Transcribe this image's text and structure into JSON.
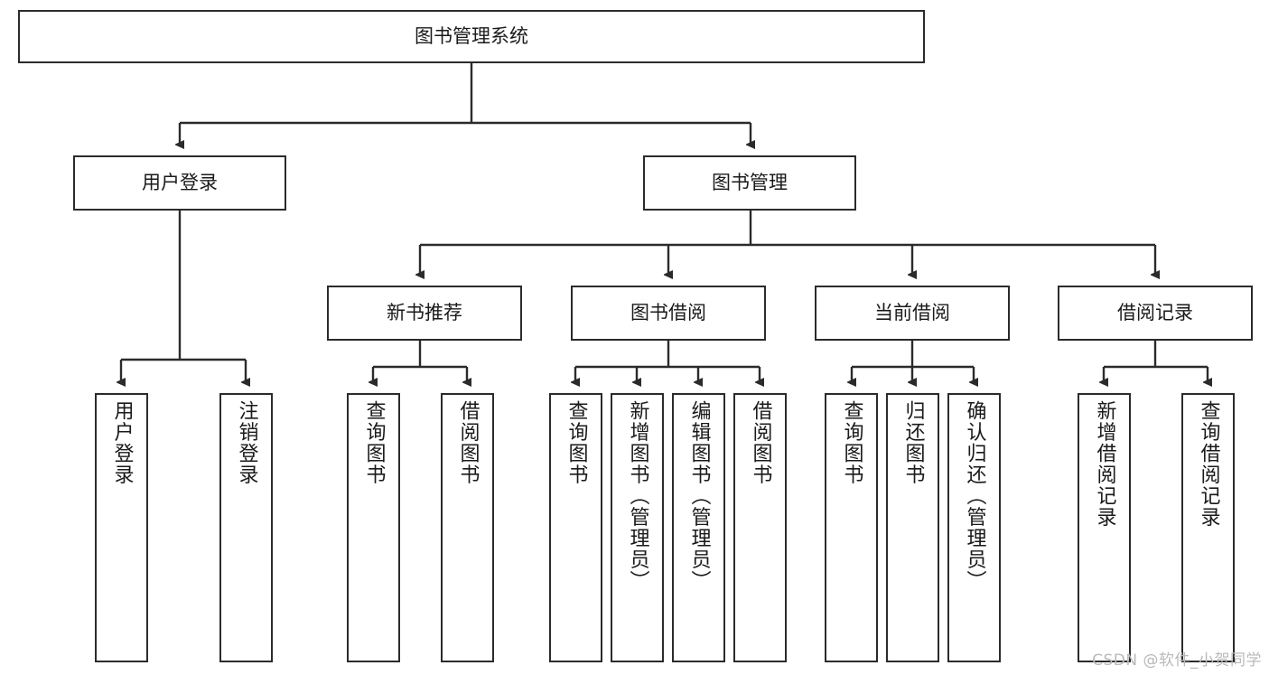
{
  "diagram": {
    "type": "tree",
    "title": "图书管理系统",
    "watermark": "CSDN @软件_小贺同学",
    "colors": {
      "box_border": "#2b2b2b",
      "box_fill": "#ffffff",
      "edge": "#2b2b2b",
      "text": "#1a1a1a",
      "watermark": "#b9b9b9"
    },
    "nodes": {
      "root": {
        "label": "图书管理系统",
        "level": 0,
        "orientation": "horizontal"
      },
      "user_login": {
        "label": "用户登录",
        "level": 1,
        "orientation": "horizontal"
      },
      "book_manage": {
        "label": "图书管理",
        "level": 1,
        "orientation": "horizontal"
      },
      "new_book_rec": {
        "label": "新书推荐",
        "level": 2,
        "orientation": "horizontal"
      },
      "book_borrow": {
        "label": "图书借阅",
        "level": 2,
        "orientation": "horizontal"
      },
      "current_borrow": {
        "label": "当前借阅",
        "level": 2,
        "orientation": "horizontal"
      },
      "borrow_record": {
        "label": "借阅记录",
        "level": 2,
        "orientation": "horizontal"
      },
      "leaf_user_login": {
        "label": "用户登录",
        "level": 3,
        "orientation": "vertical"
      },
      "leaf_logout": {
        "label": "注销登录",
        "level": 3,
        "orientation": "vertical"
      },
      "leaf_query_book_1": {
        "label": "查询图书",
        "level": 3,
        "orientation": "vertical"
      },
      "leaf_borrow_book_1": {
        "label": "借阅图书",
        "level": 3,
        "orientation": "vertical"
      },
      "leaf_query_book_2": {
        "label": "查询图书",
        "level": 3,
        "orientation": "vertical"
      },
      "leaf_add_book": {
        "label": "新增图书（管理员）",
        "level": 3,
        "orientation": "vertical"
      },
      "leaf_edit_book": {
        "label": "编辑图书（管理员）",
        "level": 3,
        "orientation": "vertical"
      },
      "leaf_borrow_book_2": {
        "label": "借阅图书",
        "level": 3,
        "orientation": "vertical"
      },
      "leaf_query_book_3": {
        "label": "查询图书",
        "level": 3,
        "orientation": "vertical"
      },
      "leaf_return_book": {
        "label": "归还图书",
        "level": 3,
        "orientation": "vertical"
      },
      "leaf_confirm_return": {
        "label": "确认归还（管理员）",
        "level": 3,
        "orientation": "vertical"
      },
      "leaf_add_record": {
        "label": "新增借阅记录",
        "level": 3,
        "orientation": "vertical"
      },
      "leaf_query_record": {
        "label": "查询借阅记录",
        "level": 3,
        "orientation": "vertical"
      }
    },
    "edges": [
      {
        "from": "root",
        "to": "user_login"
      },
      {
        "from": "root",
        "to": "book_manage"
      },
      {
        "from": "user_login",
        "to": "leaf_user_login"
      },
      {
        "from": "user_login",
        "to": "leaf_logout"
      },
      {
        "from": "book_manage",
        "to": "new_book_rec"
      },
      {
        "from": "book_manage",
        "to": "book_borrow"
      },
      {
        "from": "book_manage",
        "to": "current_borrow"
      },
      {
        "from": "book_manage",
        "to": "borrow_record"
      },
      {
        "from": "new_book_rec",
        "to": "leaf_query_book_1"
      },
      {
        "from": "new_book_rec",
        "to": "leaf_borrow_book_1"
      },
      {
        "from": "book_borrow",
        "to": "leaf_query_book_2"
      },
      {
        "from": "book_borrow",
        "to": "leaf_add_book"
      },
      {
        "from": "book_borrow",
        "to": "leaf_edit_book"
      },
      {
        "from": "book_borrow",
        "to": "leaf_borrow_book_2"
      },
      {
        "from": "current_borrow",
        "to": "leaf_query_book_3"
      },
      {
        "from": "current_borrow",
        "to": "leaf_return_book"
      },
      {
        "from": "current_borrow",
        "to": "leaf_confirm_return"
      },
      {
        "from": "borrow_record",
        "to": "leaf_add_record"
      },
      {
        "from": "borrow_record",
        "to": "leaf_query_record"
      }
    ]
  }
}
